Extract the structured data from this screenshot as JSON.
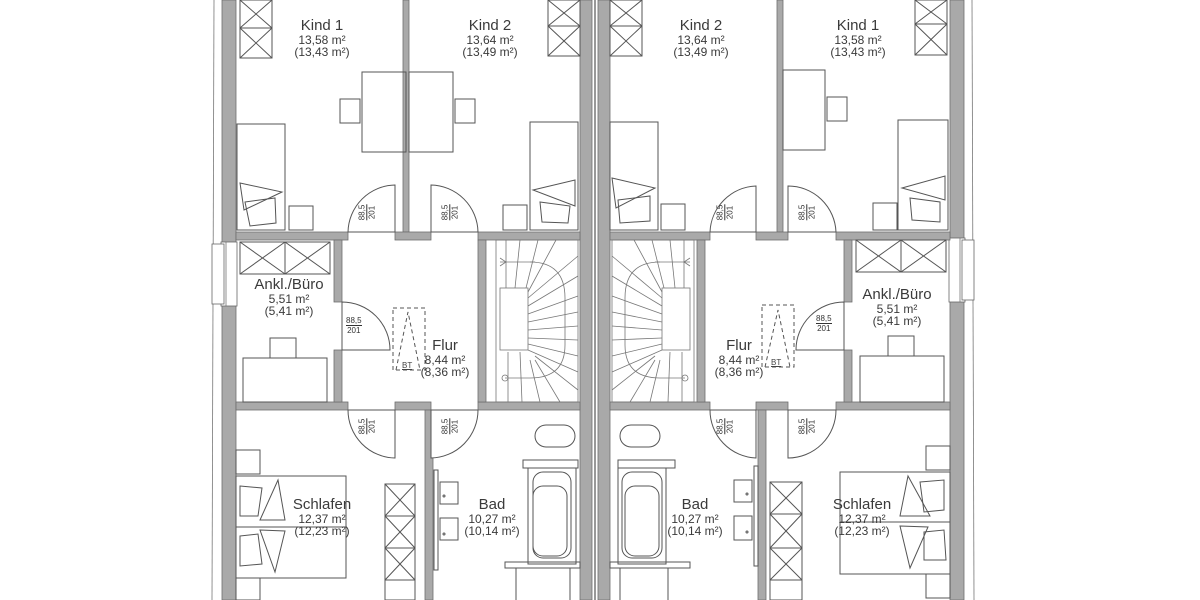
{
  "plan": {
    "type": "floor-plan",
    "description": "Upper floor of a semi-detached house (mirrored units)",
    "colors": {
      "wall": "#a9a9a9",
      "line": "#555555",
      "background": "#ffffff",
      "text": "#3a3a3a"
    },
    "left_unit": {
      "rooms": [
        {
          "name": "Kind 1",
          "area": "13,58 m²",
          "area_net": "(13,43 m²)"
        },
        {
          "name": "Kind 2",
          "area": "13,64 m²",
          "area_net": "(13,49 m²)"
        },
        {
          "name": "Ankl./Büro",
          "area": "5,51 m²",
          "area_net": "(5,41 m²)"
        },
        {
          "name": "Flur",
          "area": "8,44 m²",
          "area_net": "(8,36 m²)"
        },
        {
          "name": "Schlafen",
          "area": "12,37 m²",
          "area_net": "(12,23 m²)"
        },
        {
          "name": "Bad",
          "area": "10,27 m²",
          "area_net": "(10,14 m²)"
        }
      ]
    },
    "right_unit": {
      "rooms": [
        {
          "name": "Kind 2",
          "area": "13,64 m²",
          "area_net": "(13,49 m²)"
        },
        {
          "name": "Kind 1",
          "area": "13,58 m²",
          "area_net": "(13,43 m²)"
        },
        {
          "name": "Ankl./Büro",
          "area": "5,51 m²",
          "area_net": "(5,41 m²)"
        },
        {
          "name": "Flur",
          "area": "8,44 m²",
          "area_net": "(8,36 m²)"
        },
        {
          "name": "Schlafen",
          "area": "12,37 m²",
          "area_net": "(12,23 m²)"
        },
        {
          "name": "Bad",
          "area": "10,27 m²",
          "area_net": "(10,14 m²)"
        }
      ]
    },
    "door_dimension": {
      "width": "88,5",
      "height": "201"
    },
    "attic_hatch_label": "BT"
  }
}
